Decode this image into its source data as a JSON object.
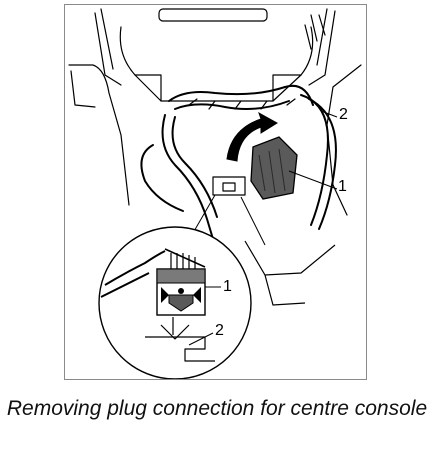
{
  "figure": {
    "callouts": {
      "main_plug": "1",
      "main_harness": "2",
      "detail_plug": "1",
      "detail_holder": "2"
    }
  },
  "caption": {
    "text": "Removing plug connection for centre console"
  },
  "colors": {
    "line": "#000000",
    "plug_fill": "#5a5a5a",
    "arrow_fill": "#000000",
    "background": "#ffffff"
  }
}
